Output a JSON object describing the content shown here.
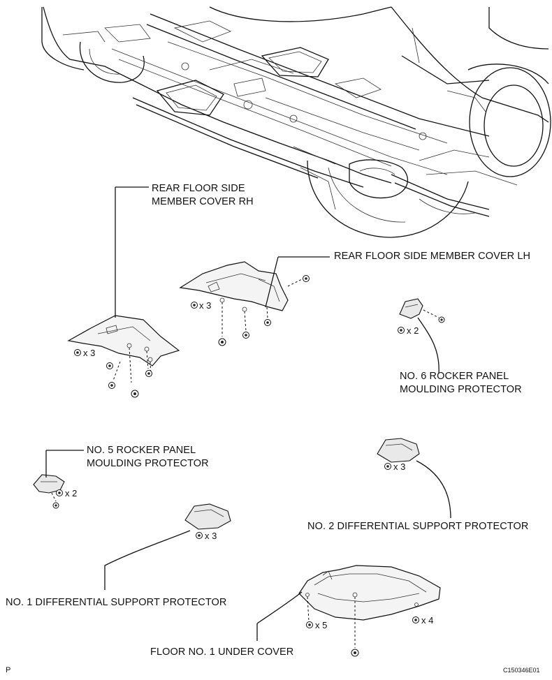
{
  "labels": {
    "rear_rh_line1": "REAR FLOOR SIDE",
    "rear_rh_line2": "MEMBER COVER RH",
    "rear_lh": "REAR FLOOR SIDE MEMBER COVER LH",
    "no6_line1": "NO. 6 ROCKER PANEL",
    "no6_line2": "MOULDING PROTECTOR",
    "no5_line1": "NO. 5 ROCKER PANEL",
    "no5_line2": "MOULDING PROTECTOR",
    "no2_diff": "NO. 2 DIFFERENTIAL SUPPORT PROTECTOR",
    "no1_diff": "NO. 1 DIFFERENTIAL SUPPORT PROTECTOR",
    "floor_under": "FLOOR NO. 1 UNDER COVER"
  },
  "quantities": {
    "rh_bolts": "x 3",
    "lh_bolts": "x 3",
    "no6_bolts": "x 2",
    "no5_bolts": "x 2",
    "no2_bolts": "x 3",
    "no1_bolts": "x 3",
    "floor_a": "x 5",
    "floor_b": "x 4"
  },
  "footer": {
    "page_mark": "P",
    "figure_code": "C150346E01"
  }
}
